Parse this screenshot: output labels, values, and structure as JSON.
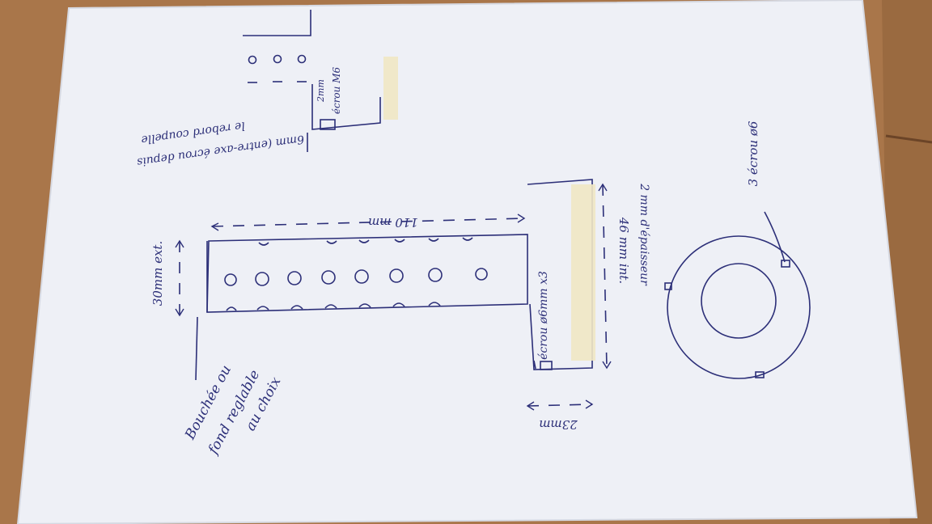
{
  "photo": {
    "wood_color": "#a9764a",
    "paper_color": "#eef0f6",
    "ink_color": "#2c2f78",
    "tape_color": "#efe7c4"
  },
  "labels": {
    "length": "110 mm",
    "outer_diameter": "30mm ext.",
    "inner_diameter": "46 mm int.",
    "thickness": "2 mm d'épaisseur",
    "bush_width": "23mm",
    "nut_count": "écrou ø6mm x3",
    "ring_nuts": "3 écrou ø6",
    "end_cap": [
      "Bouchée ou",
      "fond reglable",
      "au choix"
    ],
    "nut_detail": "écrou M6",
    "gap_2mm": "2mm",
    "gap_6mm": "6mm (entre-axe écrou depuis",
    "gap_6mm_2": "le rebord coupelle"
  }
}
